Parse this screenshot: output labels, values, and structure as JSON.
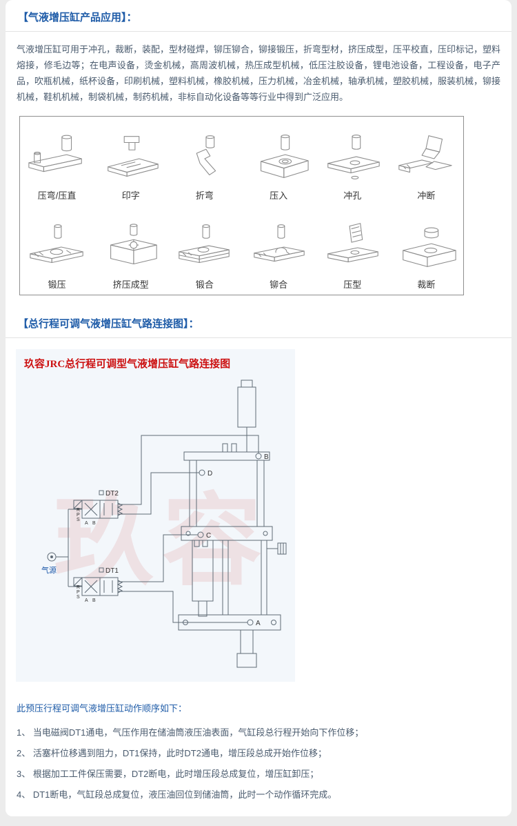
{
  "section1": {
    "title": "【气液增压缸产品应用】：",
    "body": "气液增压缸可用于冲孔，裁断，装配，型材碰焊，铆压铆合，铆接锻压，折弯型材，挤压成型，压平校直，压印标记，塑料熔接，修毛边等；在电声设备，烫金机械，高周波机械，热压成型机械，低压注胶设备，锂电池设备，工程设备，电子产品，吹瓶机械，纸杯设备，印刷机械，塑料机械，橡胶机械，压力机械，冶金机械，轴承机械，塑胶机械，服装机械，铆接机械，鞋机机械，制袋机械，制药机械，非标自动化设备等等行业中得到广泛应用。",
    "applications": [
      "压弯/压直",
      "印字",
      "折弯",
      "压入",
      "冲孔",
      "冲断",
      "锻压",
      "挤压成型",
      "锻合",
      "铆合",
      "压型",
      "裁断"
    ]
  },
  "section2": {
    "title": "【总行程可调气液增压缸气路连接图】：",
    "diagram": {
      "title": "玖容JRC总行程可调型气液增压缸气路连接图",
      "watermark": "玖容",
      "valve_top": "DT2",
      "valve_bottom": "DT1",
      "air_source": "气源",
      "ports": {
        "a": "A",
        "b": "B",
        "c": "C",
        "d": "D"
      },
      "letters": {
        "r": "R",
        "p": "P",
        "s": "S",
        "a": "A",
        "b": "B"
      },
      "accent_red": "#cc1111",
      "accent_blue": "#1a56a8"
    },
    "sequence_intro": "此预压行程可调气液增压缸动作顺序如下：",
    "steps": [
      "1、 当电磁阀DT1通电，气压作用在储油筒液压油表面，气缸段总行程开始向下作位移；",
      "2、 活塞杆位移遇到阻力，DT1保持，此时DT2通电，增压段总成开始作位移；",
      "3、 根据加工工件保压需要，DT2断电，此时增压段总成复位，增压缸卸压；",
      "4、 DT1断电，气缸段总成复位，液压油回位到储油筒，此时一个动作循环完成。"
    ]
  }
}
